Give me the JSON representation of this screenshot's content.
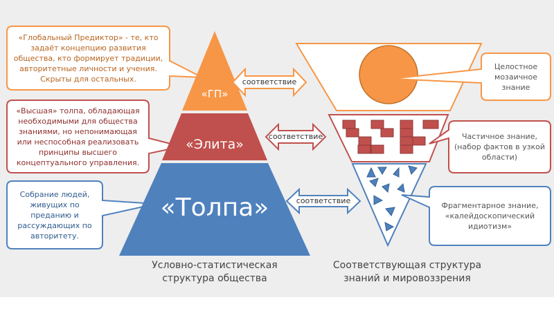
{
  "callouts": {
    "gp": "«Глобальный Предиктор» -  те, кто задаёт концепцию развития общества, кто формирует традиции, авторитетные личности и учения. Скрыты для остальных.",
    "elite": "«Высшая» толпа, обладающая необходимыми для общества знаниями, но непонимающая или неспособная реализовать принципы высшего концептуального управления.",
    "crowd": "Собрание людей, живущих по преданию и рассуждающих по авторитету.",
    "holistic": "Целостное мозаичное знание",
    "partial": "Частичное знание, (набор фактов в узкой области)",
    "fragmentary": "Фрагментарное знание, «калейдоскопический идиотизм»"
  },
  "pyramid": {
    "gp_label": "«ГП»",
    "elite_label": "«Элита»",
    "crowd_label": "«Толпа»"
  },
  "arrows": {
    "top": "соответствие",
    "middle": "соответствие",
    "bottom": "соответствие"
  },
  "captions": {
    "left_line1": "Условно-статистическая",
    "left_line2": "структура общества",
    "right_line1": "Соответствующая структура",
    "right_line2": "знаний и мировоззрения"
  },
  "colors": {
    "orange": "#f79646",
    "red": "#c0504d",
    "blue": "#4f81bd"
  }
}
